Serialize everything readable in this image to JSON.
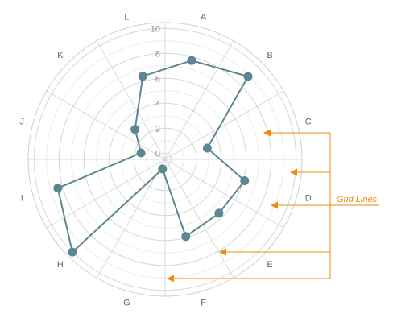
{
  "chart_data": {
    "type": "radar",
    "categories": [
      "A",
      "B",
      "C",
      "D",
      "E",
      "F",
      "G",
      "H",
      "I",
      "J",
      "K",
      "L"
    ],
    "series": [
      {
        "values": [
          8.2,
          9.4,
          3.5,
          6.6,
          6.1,
          6.4,
          0.8,
          10.5,
          8.9,
          2.0,
          3.4,
          6.9
        ]
      }
    ],
    "radial_axis": {
      "ticks": [
        "0",
        "2",
        "4",
        "6",
        "8",
        "10"
      ],
      "range": [
        0,
        10
      ]
    },
    "grid": true,
    "annotation": {
      "text": "Grid Lines"
    },
    "colors": {
      "series": "#5b8790",
      "grid": "#d9d9d9",
      "annotation": "#ef8a0c",
      "label": "#666666"
    }
  }
}
